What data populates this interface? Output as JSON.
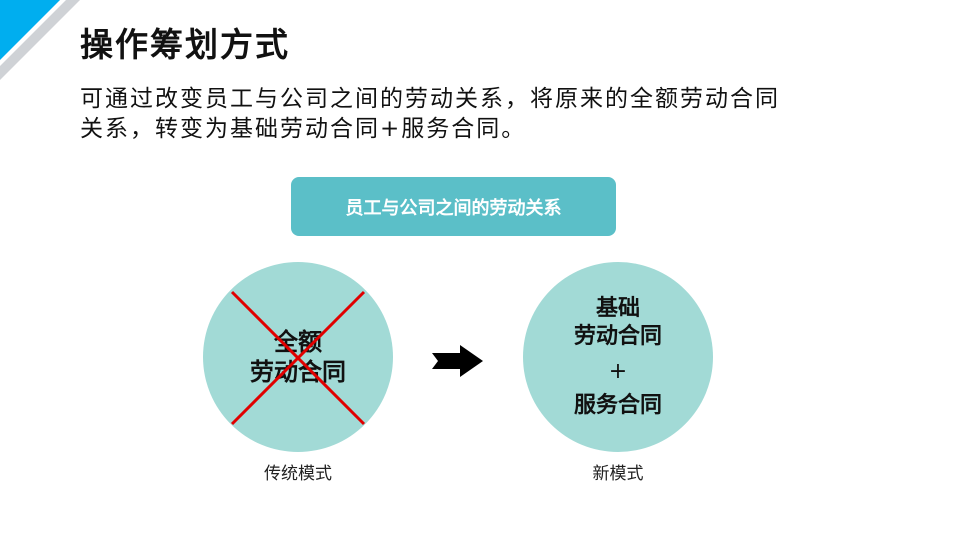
{
  "slide": {
    "title": "操作筹划方式",
    "description_line1": "可通过改变员工与公司之间的劳动关系，将原来的全额劳动合同",
    "description_line2": "关系，转变为基础劳动合同+服务合同。"
  },
  "diagram": {
    "header": "员工与公司之间的劳动关系",
    "old_mode": {
      "line1": "全额",
      "line2": "劳动合同",
      "caption": "传统模式"
    },
    "new_mode": {
      "line1": "基础",
      "line2": "劳动合同",
      "plus": "+",
      "line3": "服务合同",
      "caption": "新模式"
    }
  },
  "colors": {
    "accent": "#00aeef",
    "header_box": "#5bbfc8",
    "circle_fill": "#a2dad6",
    "cross": "#e00000",
    "arrow": "#000000"
  },
  "icons": {
    "corner": "corner-triangle-decoration",
    "cross": "cross-mark-icon",
    "arrow": "right-arrow-icon"
  }
}
